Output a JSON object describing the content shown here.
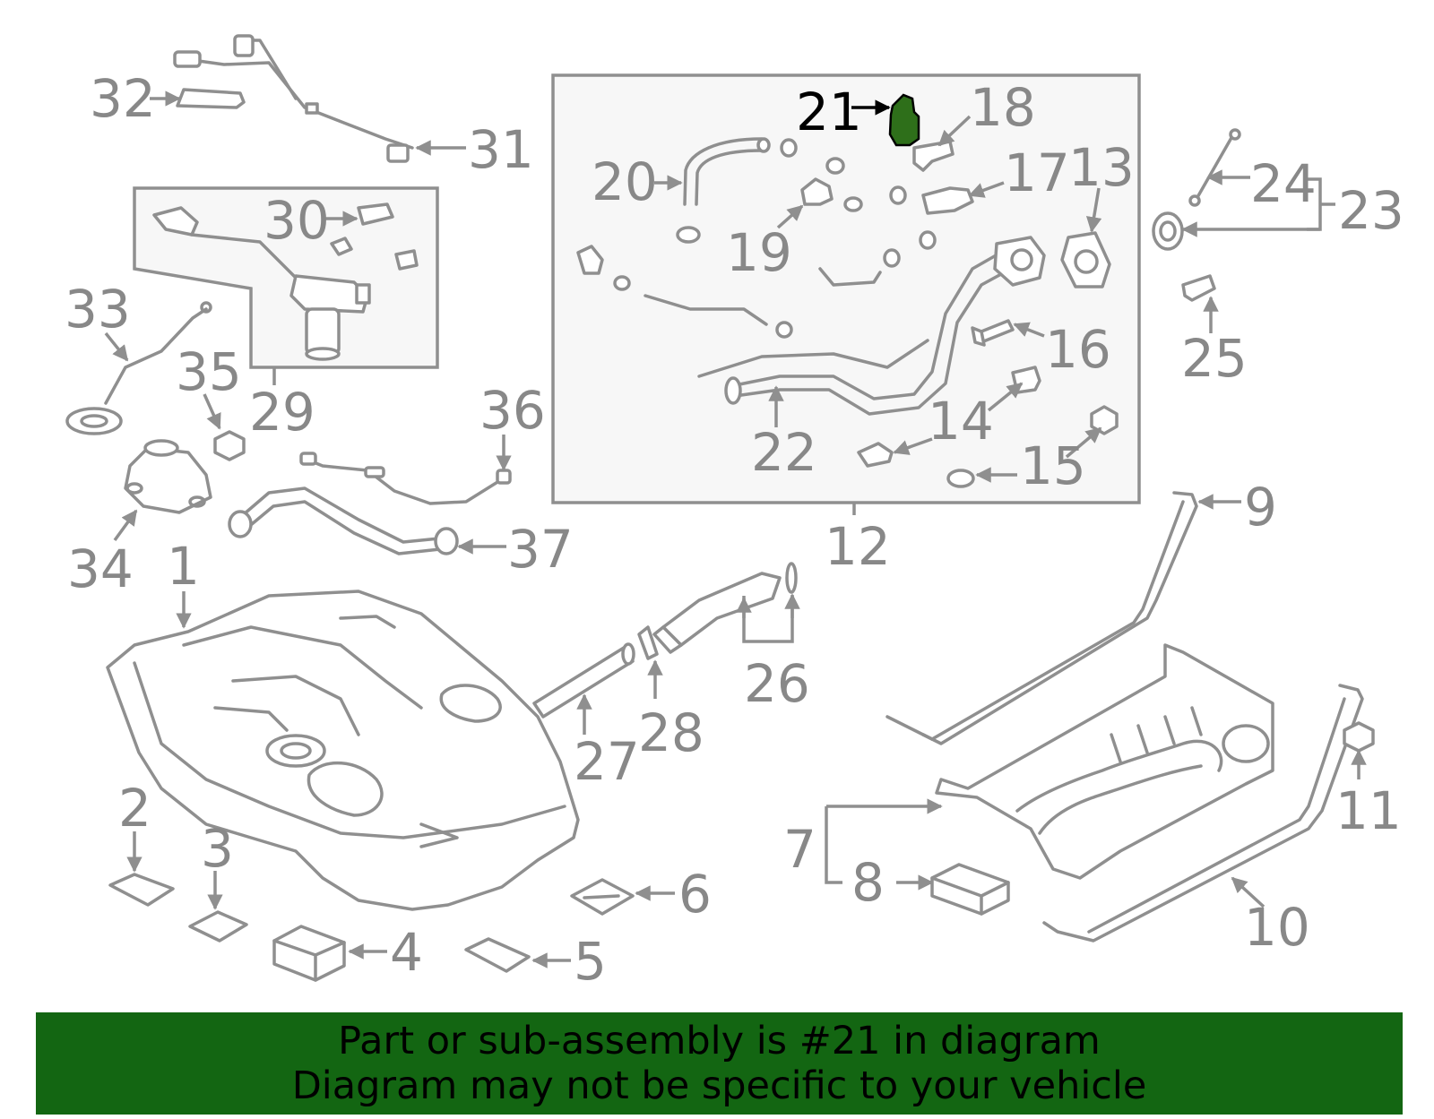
{
  "diagram": {
    "highlight_part": "21",
    "highlight_color": "#2e6f1a",
    "line_color": "#8f8f8f",
    "callouts": [
      "1",
      "2",
      "3",
      "4",
      "5",
      "6",
      "7",
      "8",
      "9",
      "10",
      "11",
      "12",
      "13",
      "14",
      "15",
      "16",
      "17",
      "18",
      "19",
      "20",
      "21",
      "22",
      "23",
      "24",
      "25",
      "26",
      "27",
      "28",
      "29",
      "30",
      "31",
      "32",
      "33",
      "34",
      "35",
      "36",
      "37"
    ]
  },
  "banner": {
    "line1": "Part or sub-assembly is #21 in diagram",
    "line2": "Diagram may not be specific to your vehicle",
    "background": "#136612"
  }
}
